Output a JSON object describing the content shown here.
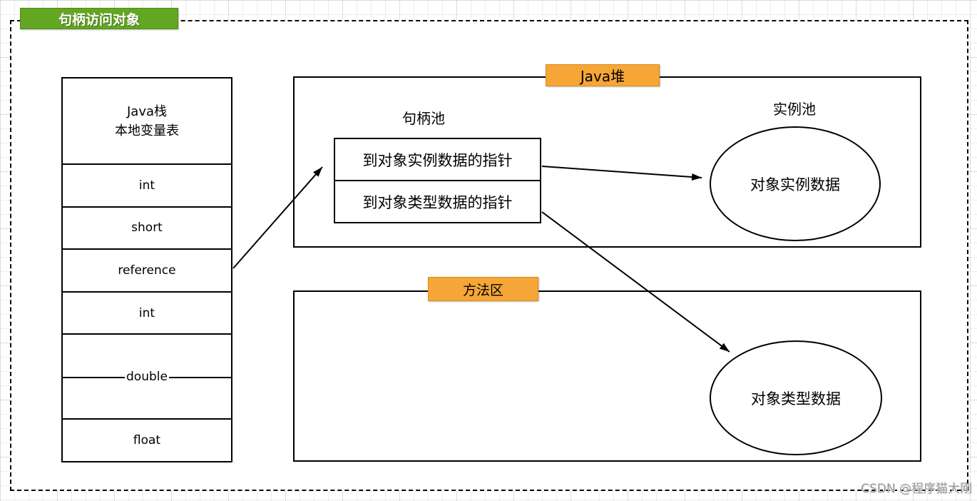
{
  "diagram": {
    "title": "句柄访问对象",
    "watermark": "CSDN @程序猫大刚"
  },
  "stack_table": {
    "header_line1": "Java栈",
    "header_line2": "本地变量表",
    "rows": [
      "int",
      "short",
      "reference",
      "int",
      "double",
      "float"
    ]
  },
  "heap": {
    "label": "Java堆",
    "handle_pool_title": "句柄池",
    "handle_rows": [
      "到对象实例数据的指针",
      "到对象类型数据的指针"
    ],
    "instance_pool_title": "实例池",
    "instance_data_label": "对象实例数据"
  },
  "method_area": {
    "label": "方法区",
    "type_data_label": "对象类型数据"
  },
  "colors": {
    "green_fill": "#63A621",
    "green_border": "#4E8A12",
    "orange_fill": "#F5A636",
    "orange_border": "#D98C1C"
  }
}
